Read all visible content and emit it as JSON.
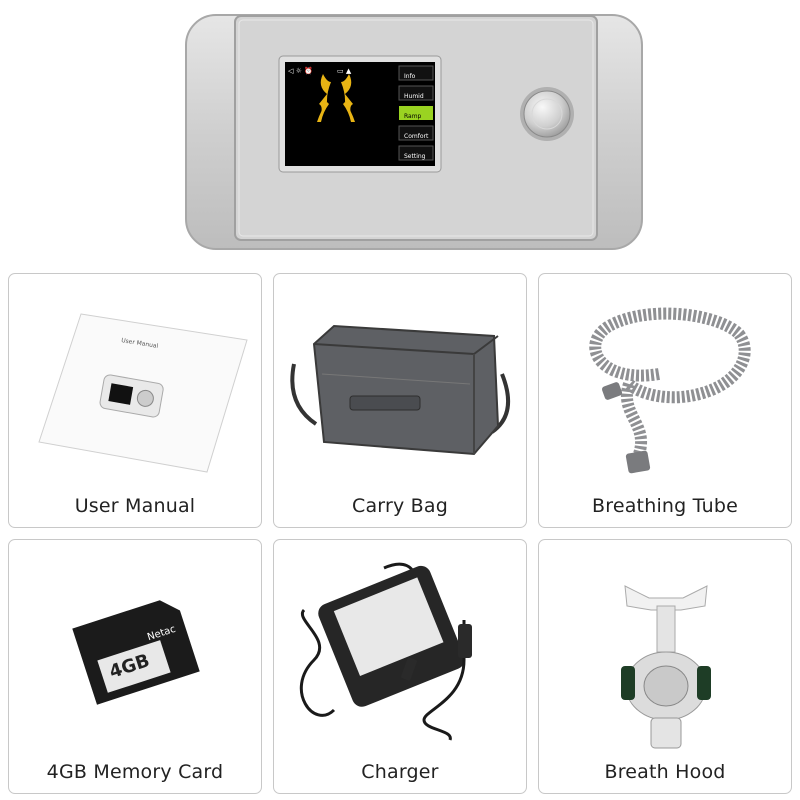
{
  "device": {
    "screen_menu": [
      "Info",
      "Humid",
      "Ramp",
      "Comfort",
      "Setting"
    ]
  },
  "accessories": [
    {
      "label": "User Manual",
      "icon": "user-manual-booklet"
    },
    {
      "label": "Carry Bag",
      "icon": "carry-bag"
    },
    {
      "label": "Breathing Tube",
      "icon": "breathing-tube"
    },
    {
      "label": "4GB Memory Card",
      "icon": "sd-memory-card",
      "card_brand": "Netac",
      "card_capacity": "4GB"
    },
    {
      "label": "Charger",
      "icon": "power-adapter"
    },
    {
      "label": "Breath Hood",
      "icon": "nasal-mask"
    }
  ],
  "manual_title": "User Manual",
  "colors": {
    "screen_accent": "#9ad321",
    "dolphin": "#e8b414",
    "card_border": "#c8c8c8"
  }
}
